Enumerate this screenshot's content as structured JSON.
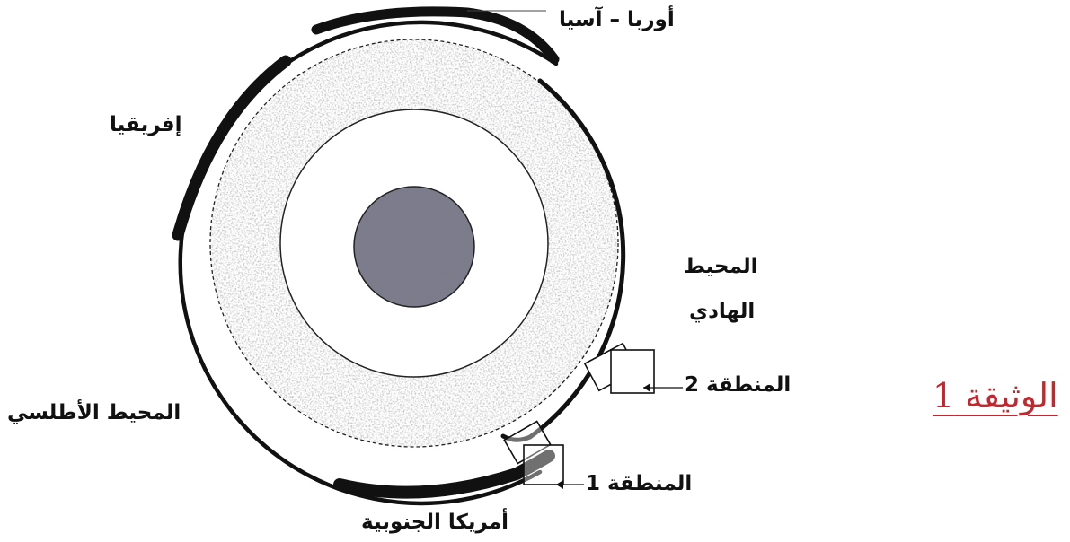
{
  "labels": {
    "europe_asia": "أوربا – آسيا",
    "africa": "إفريقيا",
    "pacific_line1": "المحيط",
    "pacific_line2": "الهادي",
    "zone2": "المنطقة 2",
    "atlantic": "المحيط الأطلسي",
    "zone1": "المنطقة 1",
    "south_america": "أمريكا الجنوبية"
  },
  "document_title": "الوثيقة 1",
  "colors": {
    "title": "#c1272d",
    "ink": "#111111",
    "mantle_speckle": "#9a9a9a",
    "core_fill": "#4a4a5a"
  }
}
